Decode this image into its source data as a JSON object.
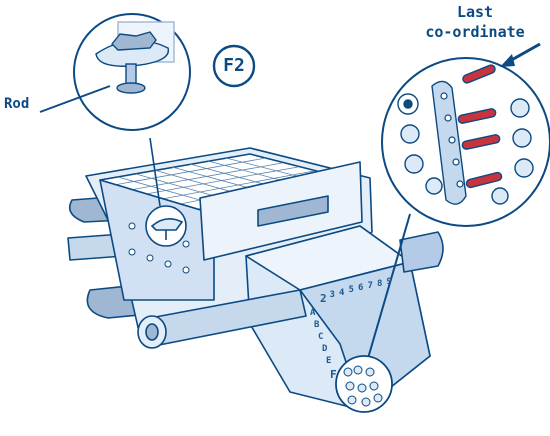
{
  "callouts": {
    "last_line1": "Last",
    "last_line2": "co-ordinate",
    "rod": "Rod",
    "figure": "F2"
  },
  "device": {
    "column_numbers": [
      "2",
      "3",
      "4",
      "5",
      "6",
      "7",
      "8",
      "9"
    ],
    "row_letters": [
      "A",
      "B",
      "C",
      "D",
      "E",
      "F"
    ]
  },
  "colors": {
    "outline": "#0b4a83",
    "fill": "#dce9f7",
    "shade": "#b3cbe6",
    "peg": "#c8333d"
  }
}
